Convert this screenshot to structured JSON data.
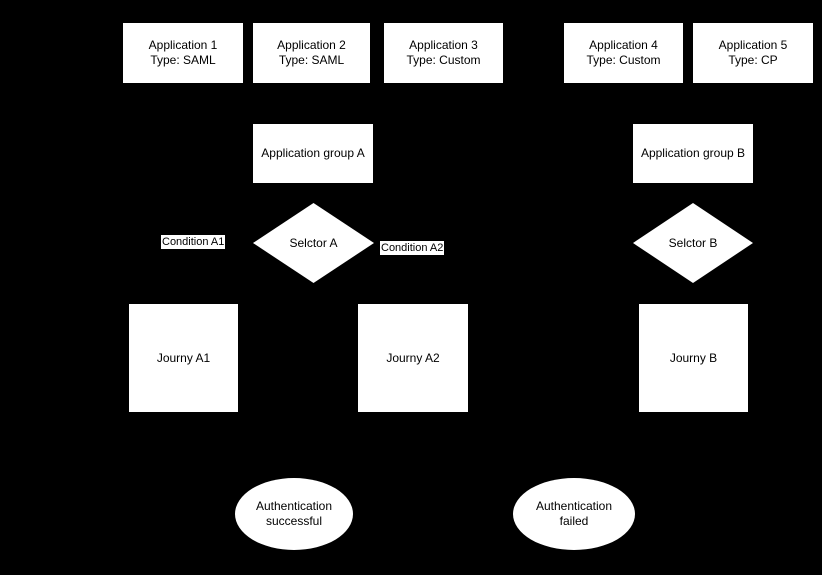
{
  "canvas": {
    "background_color": "#000000",
    "shape_fill_color": "#ffffff",
    "text_color": "#000000"
  },
  "diagram": {
    "applications": [
      {
        "name": "Application 1",
        "type_label": "Type: SAML"
      },
      {
        "name": "Application 2",
        "type_label": "Type: SAML"
      },
      {
        "name": "Application 3",
        "type_label": "Type: Custom"
      },
      {
        "name": "Application 4",
        "type_label": "Type: Custom"
      },
      {
        "name": "Application 5",
        "type_label": "Type: CP"
      }
    ],
    "groups": [
      {
        "label": "Application group A"
      },
      {
        "label": "Application group B"
      }
    ],
    "selectors": [
      {
        "label": "Selctor A"
      },
      {
        "label": "Selctor B"
      }
    ],
    "conditions": [
      {
        "label": "Condition A1"
      },
      {
        "label": "Condition A2"
      }
    ],
    "journeys": [
      {
        "label": "Journy A1"
      },
      {
        "label": "Journy A2"
      },
      {
        "label": "Journy B"
      }
    ],
    "outcomes": [
      {
        "line1": "Authentication",
        "line2": "successful"
      },
      {
        "line1": "Authentication",
        "line2": "failed"
      }
    ]
  }
}
